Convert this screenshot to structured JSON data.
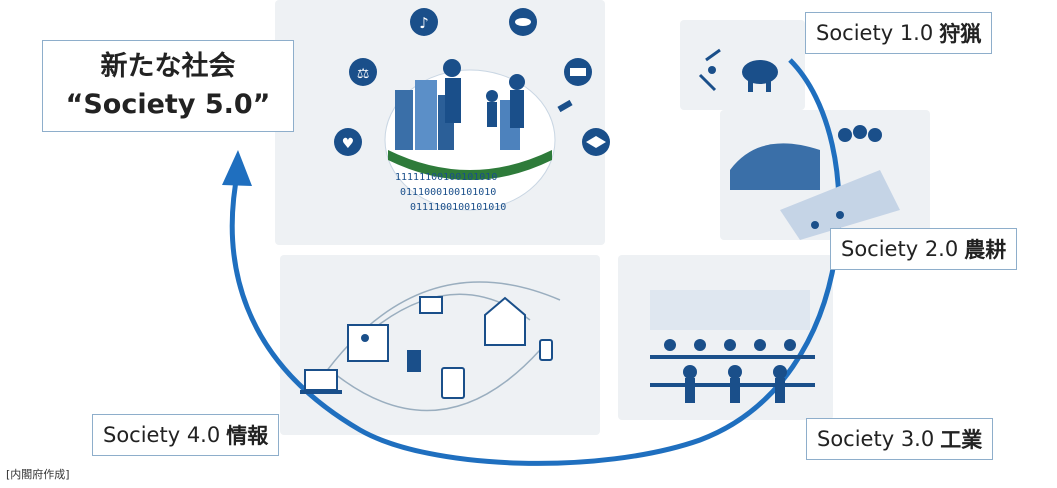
{
  "main_label": {
    "line1": "新たな社会",
    "line2": "“Society 5.0”"
  },
  "stages": [
    {
      "name": "Society 1.0",
      "era": "狩猟"
    },
    {
      "name": "Society 2.0",
      "era": "農耕"
    },
    {
      "name": "Society 3.0",
      "era": "工業"
    },
    {
      "name": "Society 4.0",
      "era": "情報"
    }
  ],
  "binary_text": [
    "11111100100101010",
    "0111000100101010",
    "0111100100101010"
  ],
  "caption": "[内閣府作成]",
  "colors": {
    "arrow": "#1f6fbf",
    "illustration": "#1a4f8a",
    "callout_border": "#8eaecb",
    "panel": "#eef1f4"
  },
  "icons": [
    "music-icon",
    "coins-icon",
    "scales-icon",
    "factory-icon",
    "heart-icon",
    "graduation-cap-icon",
    "satellite-icon"
  ]
}
